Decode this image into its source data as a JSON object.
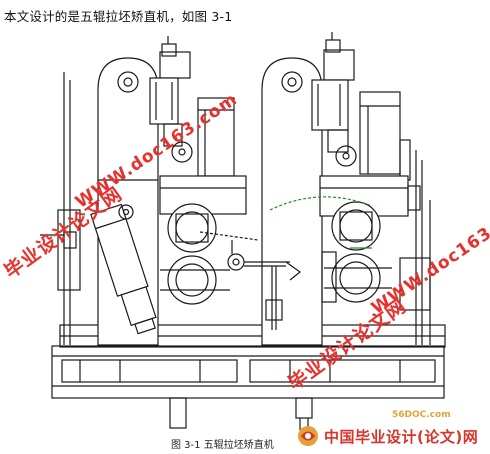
{
  "document": {
    "intro_text": "本文设计的是五辊拉坯矫直机，如图 3-1",
    "figure_caption": "图 3-1  五辊拉坯矫直机"
  },
  "watermarks": {
    "url_text": "WWW.doc163.com",
    "site_text": "毕业设计论文网"
  },
  "logo": {
    "site_domain": "56DOC.com",
    "title": "中国毕业设计(论文)网"
  },
  "colors": {
    "watermark_red": "#e8302c",
    "line_black": "#1a1a1a",
    "logo_orange": "#e2a23a",
    "frame_green": "#2a8a2a"
  }
}
